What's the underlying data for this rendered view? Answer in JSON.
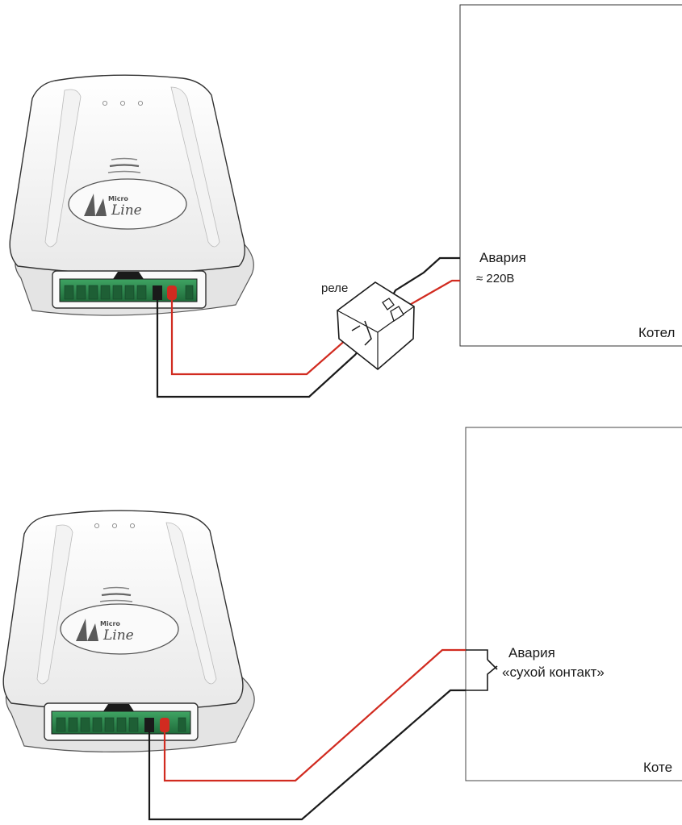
{
  "diagram_top": {
    "relay_label": "реле",
    "alarm_label": "Авария",
    "voltage_label": "≈ 220В",
    "boiler_label": "Котел",
    "device_logo": {
      "top": "Micro",
      "bottom": "Line"
    }
  },
  "diagram_bottom": {
    "alarm_label": "Авария",
    "contact_label": "«сухой контакт»",
    "boiler_label": "Коте",
    "device_logo": {
      "top": "Micro",
      "bottom": "Line"
    }
  },
  "colors": {
    "wire_red": "#d12b20",
    "wire_black": "#1a1a1a",
    "terminal_green": "#2f8a4e",
    "device_body": "#fbfbfb",
    "outline": "#2a2a2a"
  }
}
